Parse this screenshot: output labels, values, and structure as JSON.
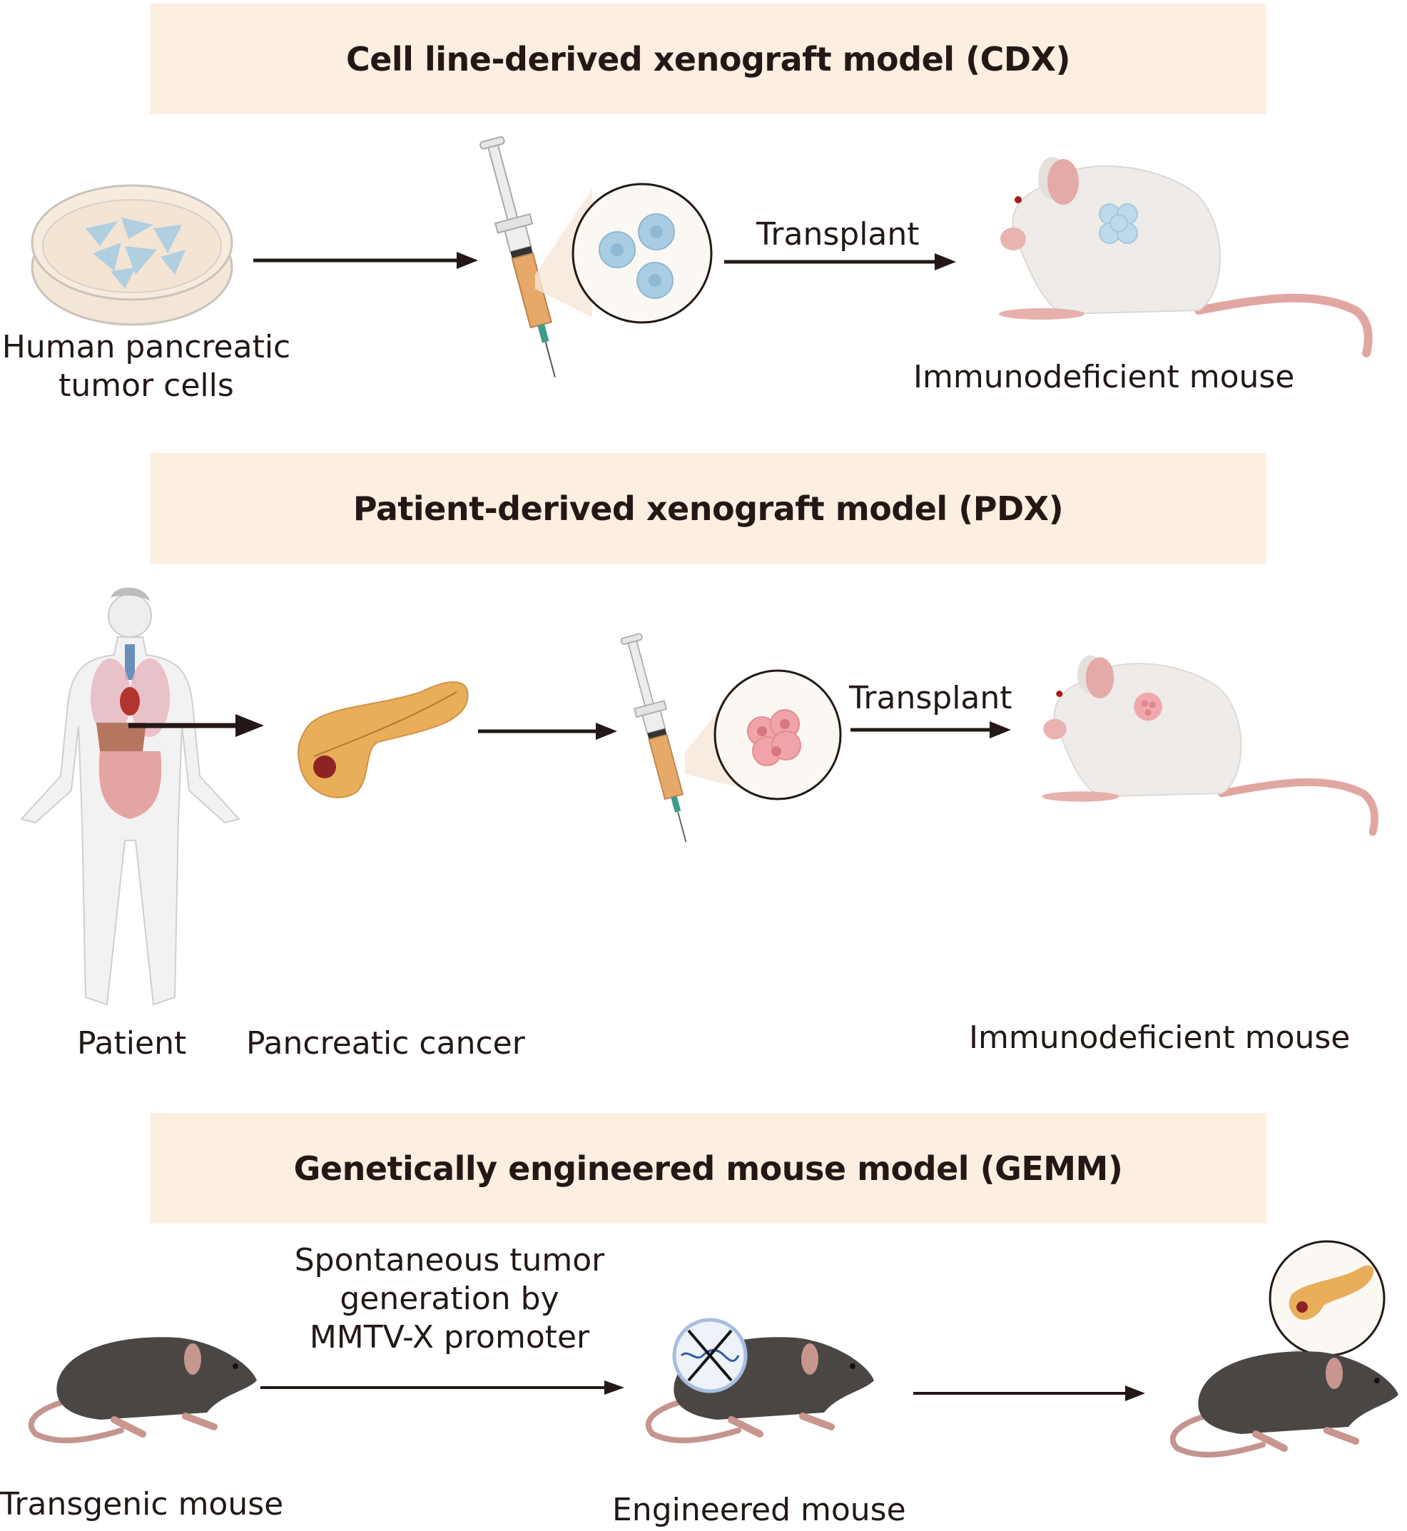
{
  "sections": [
    {
      "id": "cdx",
      "title": "Cell line-derived xenograft model (CDX)",
      "labels": {
        "source": [
          "Human pancreatic",
          "tumor cells"
        ],
        "arrow": "Transplant",
        "target": "Immunodeficient mouse"
      },
      "cell_color": "#a9cde3",
      "tumor_color": "#b9d8ea"
    },
    {
      "id": "pdx",
      "title": "Patient-derived xenograft model (PDX)",
      "labels": {
        "patient": "Patient",
        "organ": "Pancreatic cancer",
        "arrow": "Transplant",
        "target": "Immunodeficient mouse"
      },
      "cell_color": "#e99aa0",
      "tumor_color": "#f0a4aa"
    },
    {
      "id": "gemm",
      "title": "Genetically engineered mouse model (GEMM)",
      "labels": {
        "source": "Transgenic mouse",
        "arrow": [
          "Spontaneous tumor",
          "generation by",
          "MMTV-X promoter"
        ],
        "engineered": "Engineered mouse"
      }
    }
  ],
  "colors": {
    "banner": "#fcefe2",
    "text": "#231815",
    "white_mouse": "#eeebe8",
    "black_mouse": "#4a4644",
    "mouse_skin": "#d9a49f",
    "pancreas": "#e9ae5a",
    "syringe_fluid": "#e6a96a"
  }
}
